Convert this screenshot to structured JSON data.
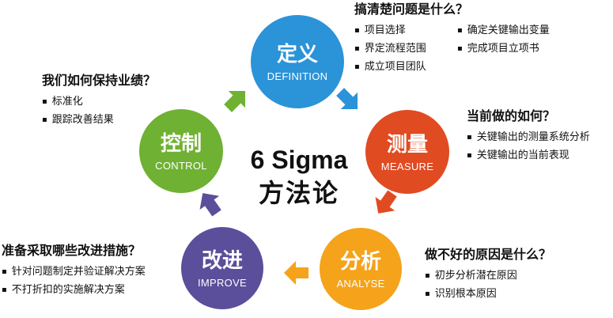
{
  "center": {
    "line1": "6 Sigma",
    "line2": "方法论"
  },
  "steps": {
    "define": {
      "title": "定义",
      "subtitle": "DEFINITION",
      "color": "#2b93d8"
    },
    "measure": {
      "title": "测量",
      "subtitle": "MEASURE",
      "color": "#e14b22"
    },
    "analyse": {
      "title": "分析",
      "subtitle": "ANALYSE",
      "color": "#f5a31b"
    },
    "improve": {
      "title": "改进",
      "subtitle": "IMPROVE",
      "color": "#5b4e9a"
    },
    "control": {
      "title": "控制",
      "subtitle": "CONTROL",
      "color": "#6fb133"
    }
  },
  "blocks": {
    "define": {
      "question": "搞清楚问题是什么？",
      "col1": [
        "项目选择",
        "界定流程范围",
        "成立项目团队"
      ],
      "col2": [
        "确定关键输出变量",
        "完成项目立项书"
      ]
    },
    "measure": {
      "question": "当前做的如何？",
      "items": [
        "关键输出的测量系统分析",
        "关键输出的当前表现"
      ]
    },
    "analyse": {
      "question": "做不好的原因是什么？",
      "items": [
        "初步分析潜在原因",
        "识别根本原因"
      ]
    },
    "improve": {
      "question": "准备采取哪些改进措施？",
      "items": [
        "针对问题制定并验证解决方案",
        "不打折扣的实施解决方案"
      ]
    },
    "control": {
      "question": "我们如何保持业绩？",
      "items": [
        "标准化",
        "跟踪改善结果"
      ]
    }
  }
}
